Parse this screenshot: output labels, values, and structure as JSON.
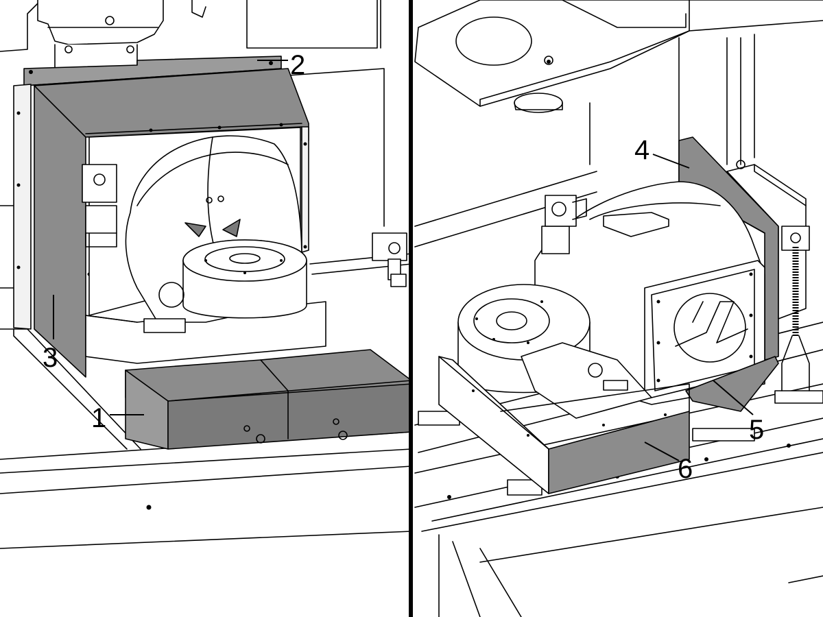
{
  "figure": {
    "left_panel": {
      "callouts": [
        {
          "id": "callout-1",
          "label": "1"
        },
        {
          "id": "callout-2",
          "label": "2"
        },
        {
          "id": "callout-3",
          "label": "3"
        }
      ]
    },
    "right_panel": {
      "callouts": [
        {
          "id": "callout-4",
          "label": "4"
        },
        {
          "id": "callout-5",
          "label": "5"
        },
        {
          "id": "callout-6",
          "label": "6"
        }
      ]
    }
  },
  "colors": {
    "cover_highlight": "#8c8c8c",
    "line": "#000000",
    "background": "#ffffff"
  },
  "icons": [
    "haas-logo-icon"
  ]
}
